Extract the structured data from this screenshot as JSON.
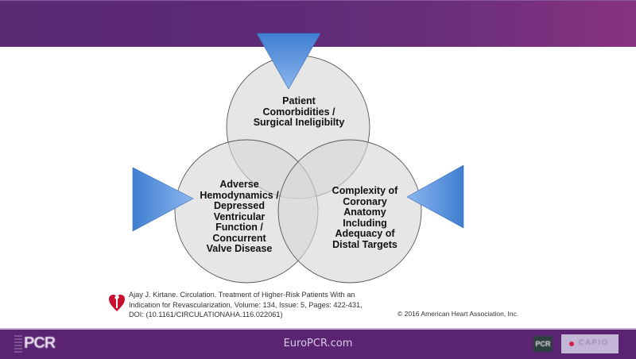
{
  "header": {
    "band_color": "#5e2b76"
  },
  "diagram": {
    "circles": [
      {
        "id": "top",
        "label": "Patient Comorbidities / Surgical Ineligibilty",
        "lines": [
          "Patient",
          "Comorbidities /",
          "Surgical Ineligibilty"
        ]
      },
      {
        "id": "left",
        "label": "Adverse Hemodynamics / Depressed Ventricular Function / Concurrent Valve Disease",
        "lines": [
          "Adverse",
          "Hemodynamics /",
          "Depressed",
          "Ventricular",
          "Function /",
          "Concurrent",
          "Valve Disease"
        ]
      },
      {
        "id": "right",
        "label": "Complexity of Coronary Anatomy Including Adequacy of Distal Targets",
        "lines": [
          "Complexity of",
          "Coronary",
          "Anatomy",
          "Including",
          "Adequacy of",
          "Distal Targets"
        ]
      }
    ],
    "arrows": [
      {
        "id": "top",
        "direction": "down"
      },
      {
        "id": "left",
        "direction": "right"
      },
      {
        "id": "right",
        "direction": "left"
      }
    ],
    "colors": {
      "circle_fill": "#d6d6d6",
      "circle_stroke": "#555555",
      "arrow_light": "#8cb6ee",
      "arrow_dark": "#3f7ed1"
    }
  },
  "citation": {
    "text": "Ajay J. Kirtane. Circulation. Treatment of Higher-Risk Patients With an Indication for Revascularization, Volume: 134, Issue: 5, Pages: 422-431, DOI: (10.1161/CIRCULATIONAHA.116.022061)",
    "copyright": "© 2016 American Heart Association, Inc."
  },
  "footer": {
    "site": "EuroPCR.com",
    "left_logo": "PCR",
    "right_logo": "PCR",
    "partner_logo": "CAPIO"
  }
}
